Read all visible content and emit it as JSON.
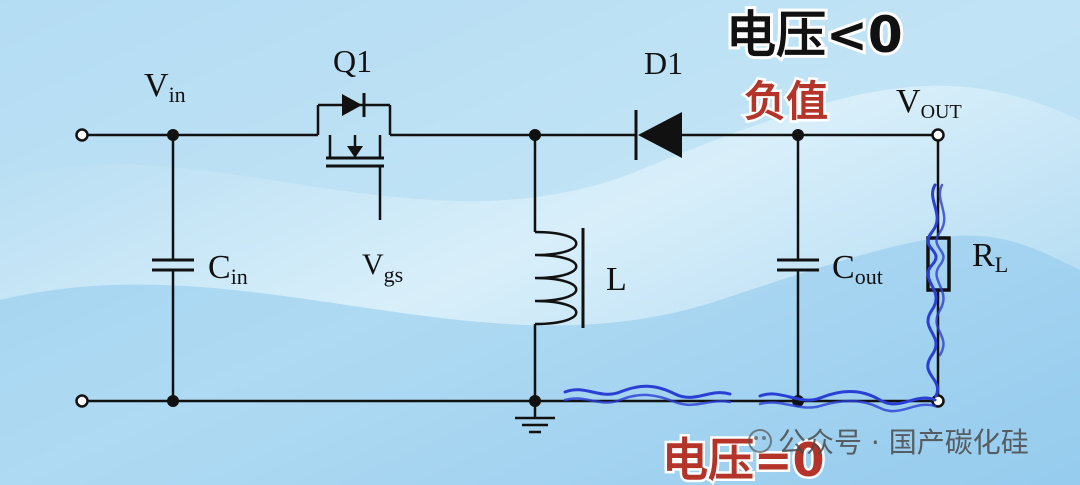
{
  "labels": {
    "vin_main": "V",
    "vin_sub": "in",
    "q1": "Q1",
    "vgs_main": "V",
    "vgs_sub": "gs",
    "cin_main": "C",
    "cin_sub": "in",
    "l": "L",
    "d1": "D1",
    "cout_main": "C",
    "cout_sub": "out",
    "vout_main": "V",
    "vout_sub": "OUT",
    "rl_main": "R",
    "rl_sub": "L"
  },
  "annotations": {
    "top": "电压<0",
    "negative": "负值",
    "bottom": "电压=0"
  },
  "watermark": {
    "text": "公众号 · 国产碳化硅"
  },
  "colors": {
    "wire": "#111111",
    "annotation_dark": "#111111",
    "annotation_red": "#b5342a",
    "current_wave": "#2a3fd4",
    "background": "#cfe9f7"
  }
}
